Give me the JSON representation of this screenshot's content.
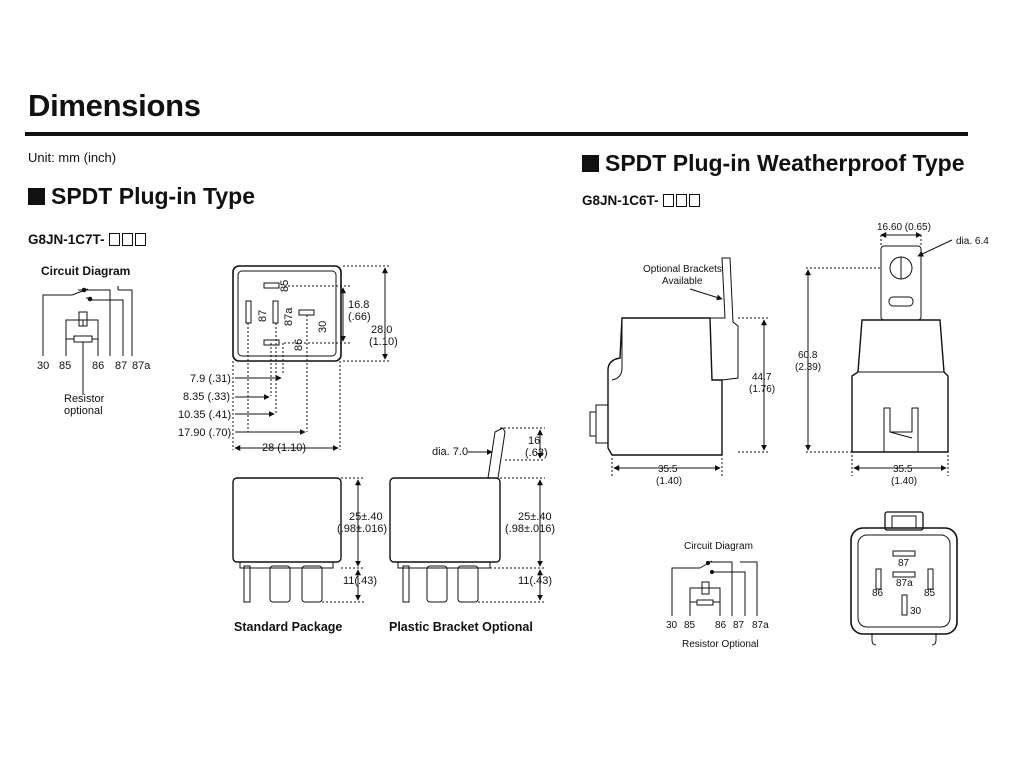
{
  "page": {
    "title": "Dimensions",
    "unit": "Unit: mm (inch)"
  },
  "left": {
    "section_title": "SPDT Plug-in Type",
    "model": "G8JN-1C7T-",
    "circuit": {
      "title": "Circuit Diagram",
      "terminals": [
        "30",
        "85",
        "86",
        "87",
        "87a"
      ],
      "note_line1": "Resistor",
      "note_line2": "optional"
    },
    "top_view": {
      "pins": [
        "85",
        "87",
        "87a",
        "30",
        "86"
      ],
      "dim_16_8": "16.8",
      "dim_16_8_in": "(.66)",
      "dim_28": "28.0",
      "dim_28_in": "(1.10)",
      "offsets": [
        "7.9 (.31)",
        "8.35 (.33)",
        "10.35 (.41)",
        "17.90 (.70)"
      ],
      "width": "28 (1.10)"
    },
    "standard": {
      "label": "Standard Package",
      "height": "25±.40",
      "height_in": "(.98±.016)",
      "pin_len": "11(.43)"
    },
    "bracket": {
      "label": "Plastic Bracket Optional",
      "dia": "dia. 7.0",
      "tab": "16",
      "tab_in": "(.63)",
      "height": "25±.40",
      "height_in": "(.98±.016)",
      "pin_len": "11(.43)"
    }
  },
  "right": {
    "section_title": "SPDT Plug-in Weatherproof Type",
    "model": "G8JN-1C6T-",
    "side_view": {
      "bracket_note_line1": "Optional Brackets",
      "bracket_note_line2": "Available",
      "height": "44.7",
      "height_in": "(1.76)",
      "width": "35.5",
      "width_in": "(1.40)"
    },
    "front_view": {
      "tab_width": "16.60 (0.65)",
      "dia": "dia. 6.4",
      "height": "60.8",
      "height_in": "(2.39)",
      "width": "35.5",
      "width_in": "(1.40)"
    },
    "circuit": {
      "title": "Circuit Diagram",
      "terminals": [
        "30",
        "85",
        "86",
        "87",
        "87a"
      ],
      "note": "Resistor Optional"
    },
    "socket_pins": [
      "87",
      "87a",
      "86",
      "85",
      "30"
    ]
  }
}
